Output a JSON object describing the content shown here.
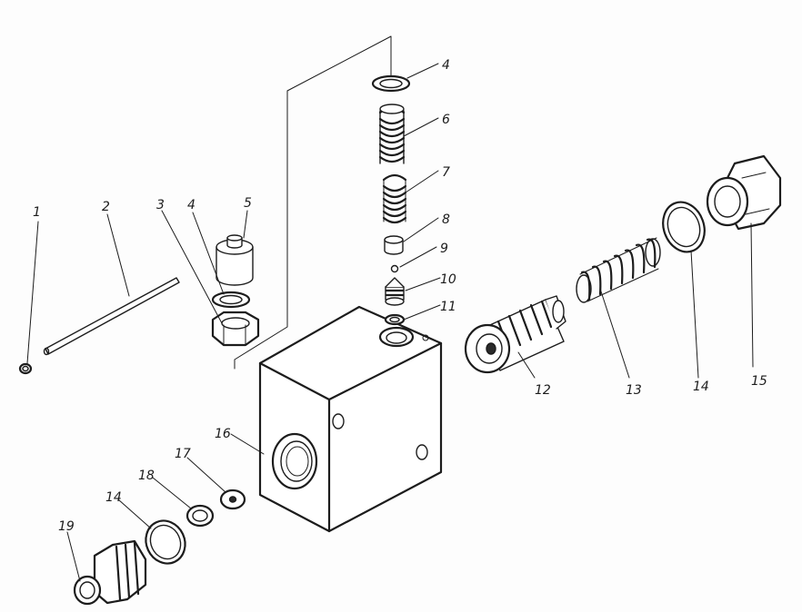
{
  "parts": [
    {
      "key": "p1",
      "label": "1"
    },
    {
      "key": "p2",
      "label": "2"
    },
    {
      "key": "p3",
      "label": "3"
    },
    {
      "key": "p4a",
      "label": "4"
    },
    {
      "key": "p5",
      "label": "5"
    },
    {
      "key": "p4b",
      "label": "4"
    },
    {
      "key": "p6",
      "label": "6"
    },
    {
      "key": "p7",
      "label": "7"
    },
    {
      "key": "p8",
      "label": "8"
    },
    {
      "key": "p9",
      "label": "9"
    },
    {
      "key": "p10",
      "label": "10"
    },
    {
      "key": "p11",
      "label": "11"
    },
    {
      "key": "p12",
      "label": "12"
    },
    {
      "key": "p13",
      "label": "13"
    },
    {
      "key": "p14a",
      "label": "14"
    },
    {
      "key": "p15",
      "label": "15"
    },
    {
      "key": "p16",
      "label": "16"
    },
    {
      "key": "p17",
      "label": "17"
    },
    {
      "key": "p18",
      "label": "18"
    },
    {
      "key": "p14b",
      "label": "14"
    },
    {
      "key": "p19",
      "label": "19"
    }
  ]
}
